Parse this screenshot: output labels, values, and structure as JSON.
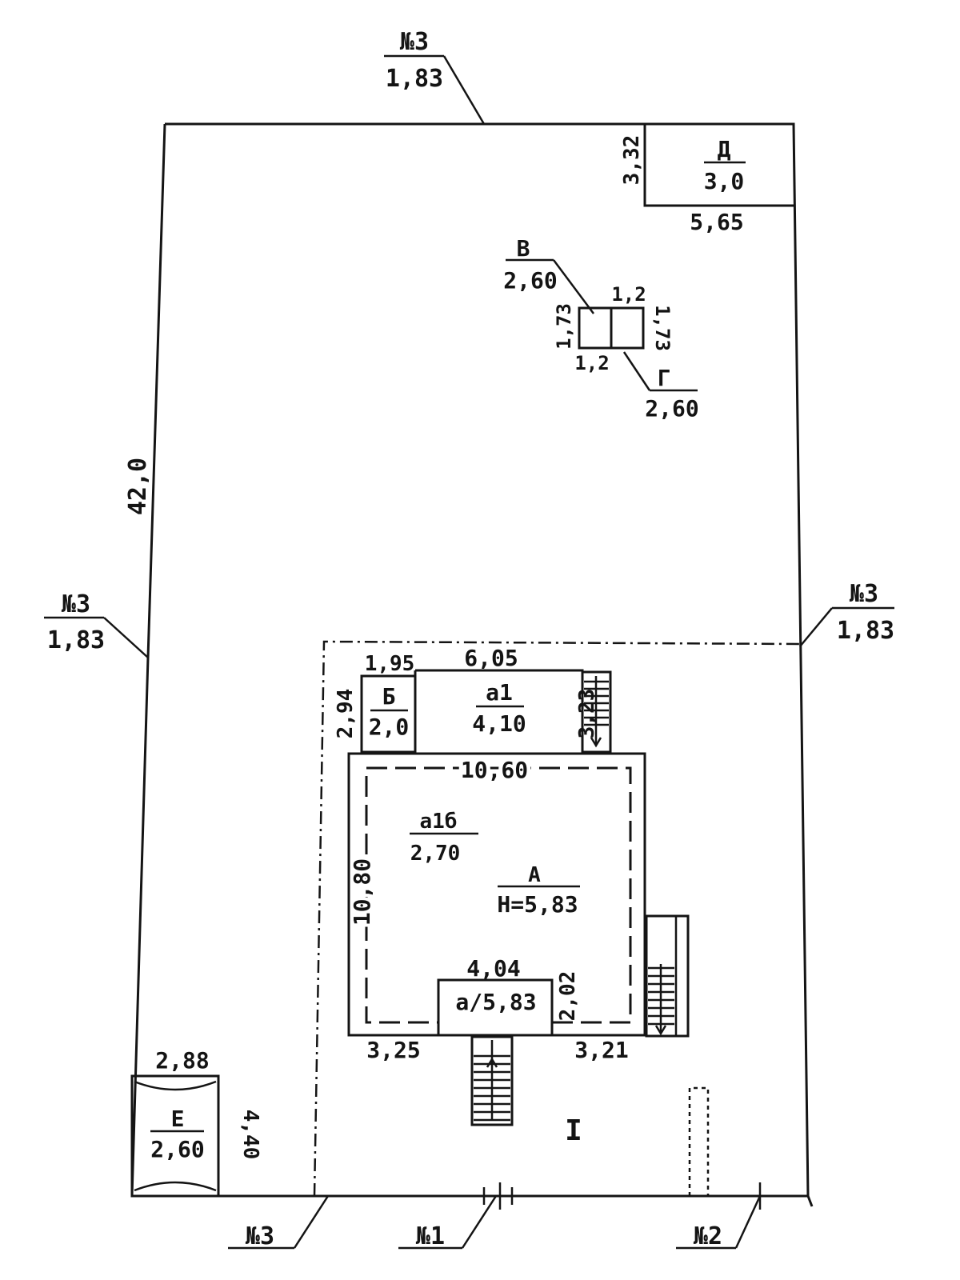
{
  "leaders": {
    "top": {
      "code": "№3",
      "value": "1,83"
    },
    "left": {
      "code": "№3",
      "value": "1,83"
    },
    "right": {
      "code": "№3",
      "value": "1,83"
    },
    "bottom_left": {
      "code": "№3"
    },
    "bottom_mid": {
      "code": "№1"
    },
    "bottom_right": {
      "code": "№2"
    }
  },
  "lot": {
    "length": "42,0",
    "zone": "I"
  },
  "buildings": {
    "d": {
      "label": "Д",
      "height": "3,0",
      "width": "5,65",
      "depth": "3,32"
    },
    "v": {
      "label": "В",
      "height": "2,60"
    },
    "g": {
      "label": "Г",
      "height": "2,60"
    },
    "vg_dims": {
      "top": "1,2",
      "bottom": "1,2",
      "left": "1,73",
      "right": "1,73"
    },
    "b": {
      "label": "Б",
      "height": "2,0",
      "width": "1,95",
      "depth": "2,94"
    },
    "a1": {
      "label": "а1",
      "height": "4,10",
      "width": "6,05",
      "depth": "3,23"
    },
    "main": {
      "outer_label": "а1б",
      "outer_height": "2,70",
      "label": "А",
      "height": "Н=5,83",
      "width": "10,60",
      "depth": "10,80",
      "bottom_left": "3,25",
      "bottom_right": "3,21"
    },
    "a": {
      "label": "а/5,83",
      "width": "4,04",
      "depth": "2,02"
    },
    "e": {
      "label": "Е",
      "height": "2,60",
      "width": "2,88",
      "depth": "4,40"
    }
  }
}
